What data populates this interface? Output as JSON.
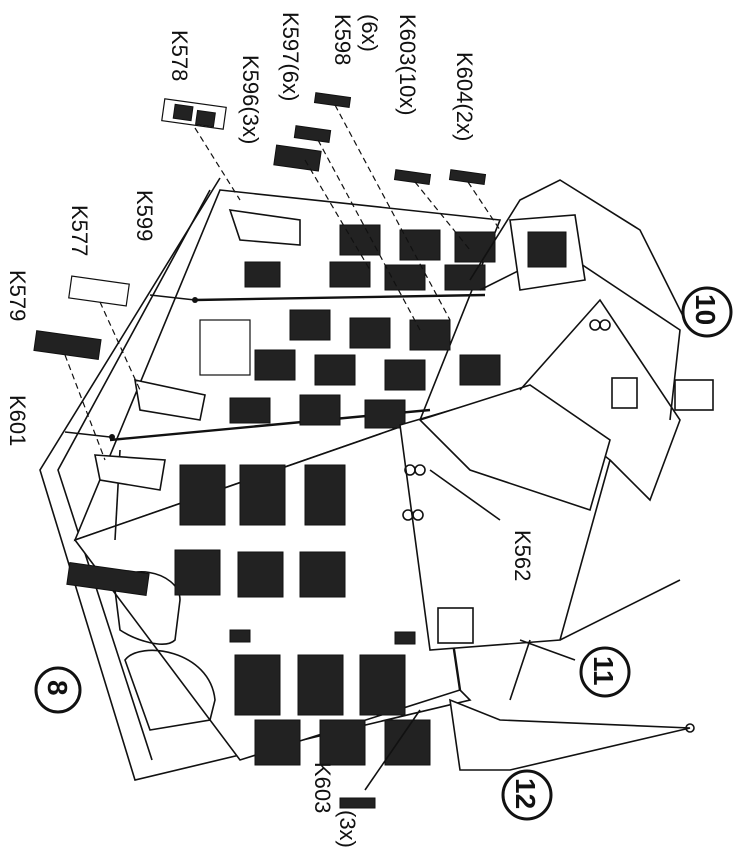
{
  "parts": {
    "k578": "K578",
    "k596": "K596(3x)",
    "k597": "K597(6x)",
    "k598_code": "K598",
    "k598_qty": "(6x)",
    "k603_top": "K603(10x)",
    "k604": "K604(2x)",
    "k599": "K599",
    "k577": "K577",
    "k579": "K579",
    "k601": "K601",
    "k562": "K562",
    "k603_bottom_code": "K603",
    "k603_bottom_qty": "(3x)"
  },
  "steps": {
    "s8": "8",
    "s10": "10",
    "s11": "11",
    "s12": "12"
  }
}
